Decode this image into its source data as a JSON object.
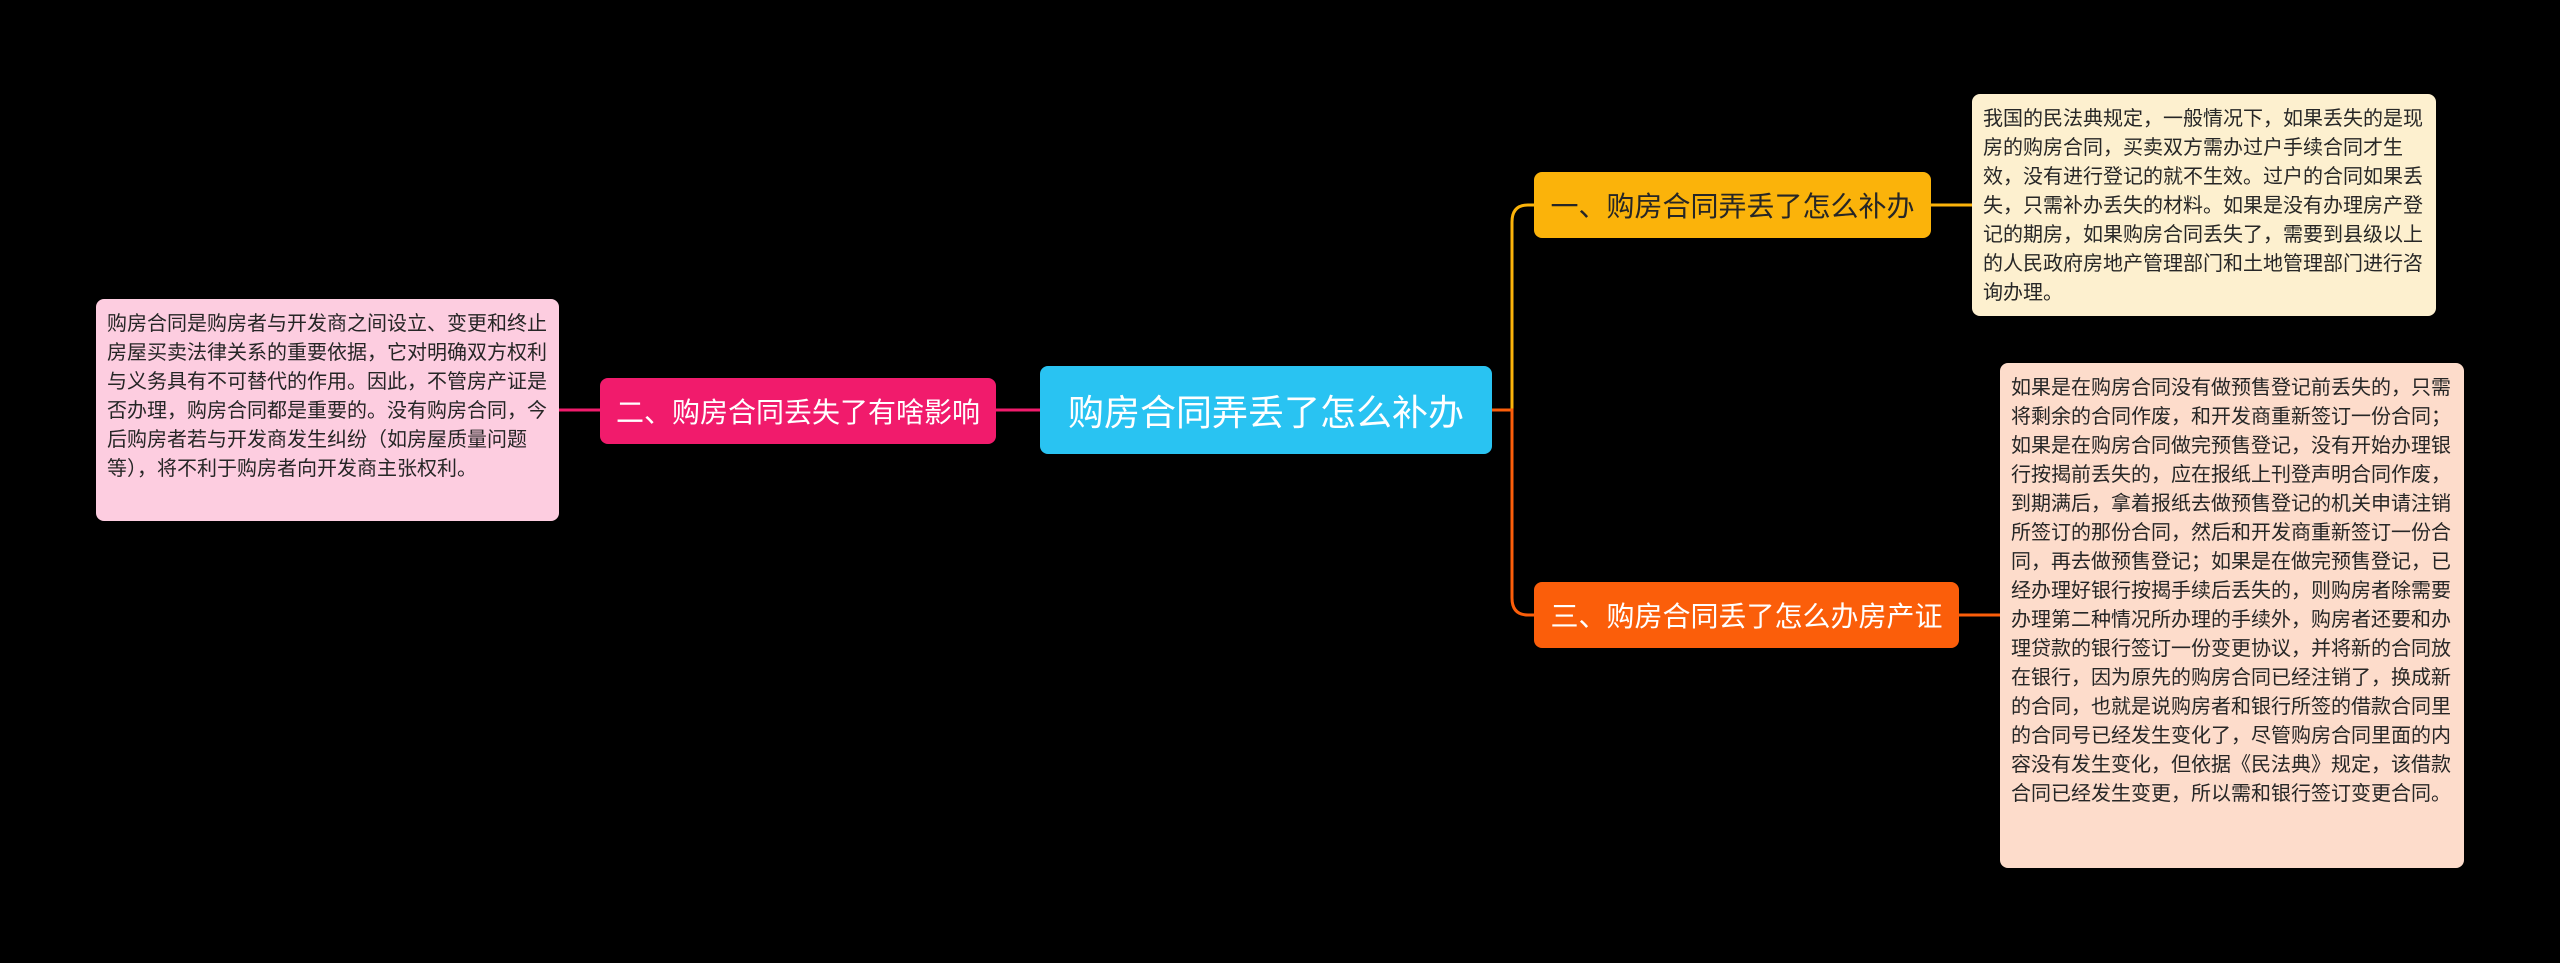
{
  "mindmap": {
    "central": {
      "label": "购房合同弄丢了怎么补办",
      "color": "#29c3f2"
    },
    "branches": [
      {
        "label": "一、购房合同弄丢了怎么补办",
        "color": "#fbb30a",
        "detail": "我国的民法典规定，一般情况下，如果丢失的是现房的购房合同，买卖双方需办过户手续合同才生效，没有进行登记的就不生效。过户的合同如果丢失，只需补办丢失的材料。如果是没有办理房产登记的期房，如果购房合同丢失了，需要到县级以上的人民政府房地产管理部门和土地管理部门进行咨询办理。",
        "detail_color": "#fdf0cf"
      },
      {
        "label": "二、购房合同丢失了有啥影响",
        "color": "#f11b6c",
        "detail": "购房合同是购房者与开发商之间设立、变更和终止房屋买卖法律关系的重要依据，它对明确双方权利与义务具有不可替代的作用。因此，不管房产证是否办理，购房合同都是重要的。没有购房合同，今后购房者若与开发商发生纠纷（如房屋质量问题等），将不利于购房者向开发商主张权利。",
        "detail_color": "#fdcde0"
      },
      {
        "label": "三、购房合同丢了怎么办房产证",
        "color": "#fb5e0a",
        "detail": "如果是在购房合同没有做预售登记前丢失的，只需将剩余的合同作废，和开发商重新签订一份合同；如果是在购房合同做完预售登记，没有开始办理银行按揭前丢失的，应在报纸上刊登声明合同作废，到期满后，拿着报纸去做预售登记的机关申请注销所签订的那份合同，然后和开发商重新签订一份合同，再去做预售登记；如果是在做完预售登记，已经办理好银行按揭手续后丢失的，则购房者除需要办理第二种情况所办理的手续外，购房者还要和办理贷款的银行签订一份变更协议，并将新的合同放在银行，因为原先的购房合同已经注销了，换成新的合同，也就是说购房者和银行所签的借款合同里的合同号已经发生变化了，尽管购房合同里面的内容没有发生变化，但依据《民法典》规定，该借款合同已经发生变更，所以需和银行签订变更合同。",
        "detail_color": "#fddccb"
      }
    ],
    "background": "#000000"
  }
}
